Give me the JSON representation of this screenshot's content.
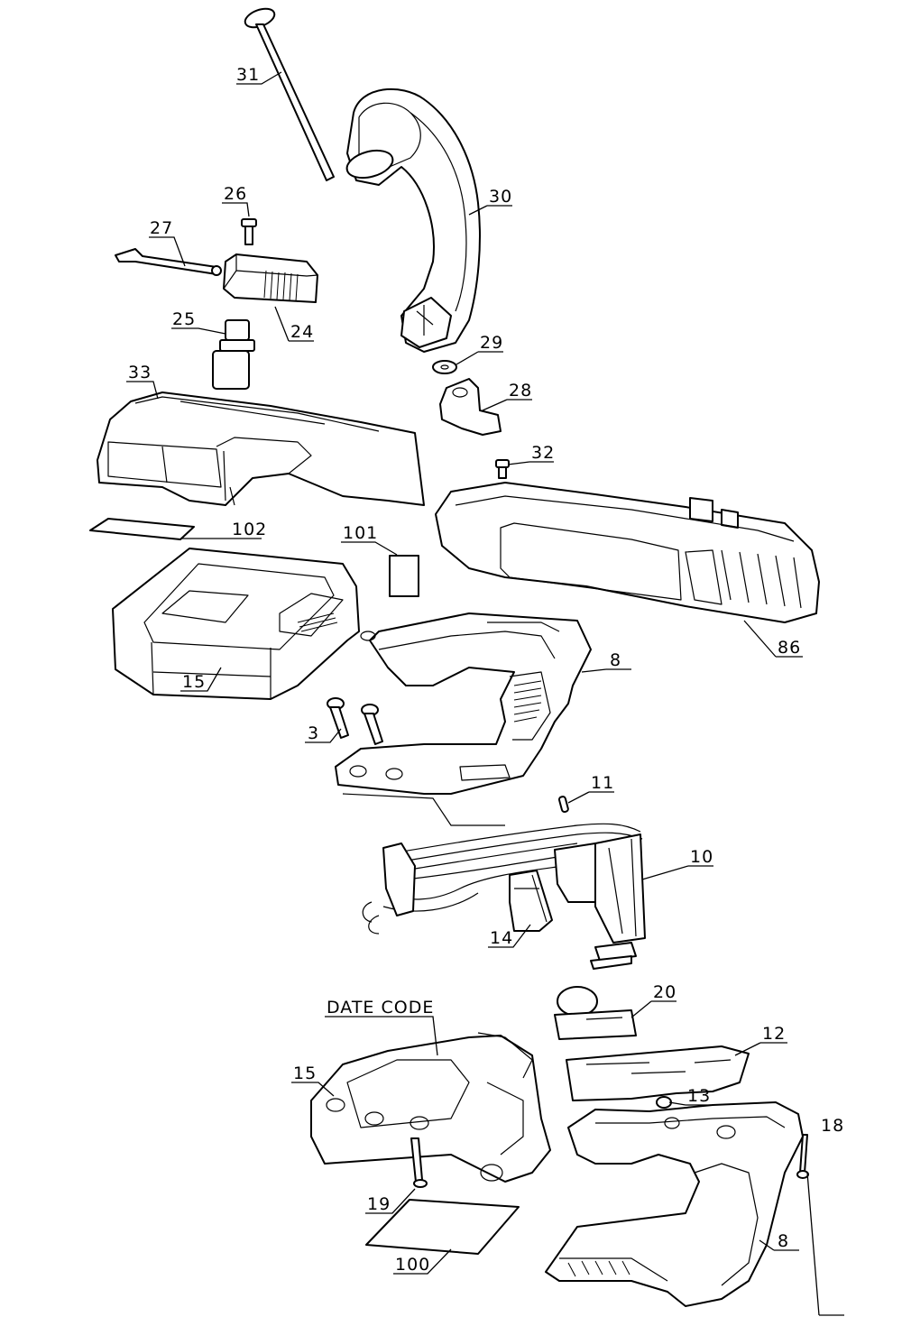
{
  "callouts": {
    "p31": "31",
    "p30": "30",
    "p26": "26",
    "p27": "27",
    "p25": "25",
    "p24": "24",
    "p29": "29",
    "p28": "28",
    "p33": "33",
    "p32": "32",
    "p102": "102",
    "p101": "101",
    "p86": "86",
    "p8_top": "8",
    "p15_top": "15",
    "p3": "3",
    "p11": "11",
    "p10": "10",
    "p14": "14",
    "p20": "20",
    "p12": "12",
    "p13": "13",
    "p15_bottom": "15",
    "p18": "18",
    "p19": "19",
    "p100": "100",
    "p8_bottom": "8",
    "date_code": "DATE CODE"
  }
}
